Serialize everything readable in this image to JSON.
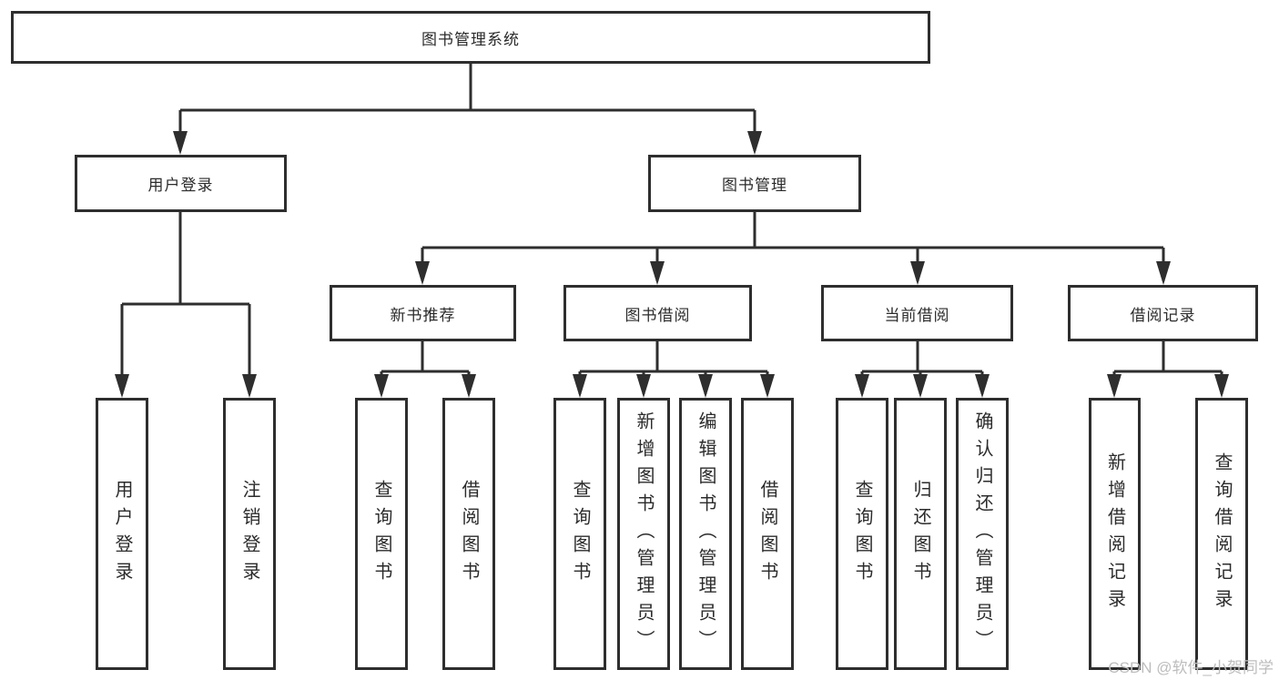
{
  "diagram": {
    "root": {
      "label": "图书管理系统"
    },
    "level2": {
      "user_login": {
        "label": "用户登录"
      },
      "book_management": {
        "label": "图书管理"
      }
    },
    "level3": {
      "new_book_recommend": {
        "label": "新书推荐"
      },
      "book_borrow": {
        "label": "图书借阅"
      },
      "current_borrow": {
        "label": "当前借阅"
      },
      "borrow_record": {
        "label": "借阅记录"
      }
    },
    "leaves": {
      "user_login": [
        {
          "label": "用户登录"
        },
        {
          "label": "注销登录"
        }
      ],
      "new_book_recommend": [
        {
          "label": "查询图书"
        },
        {
          "label": "借阅图书"
        }
      ],
      "book_borrow": [
        {
          "label": "查询图书"
        },
        {
          "label": "新增图书（管理员）"
        },
        {
          "label": "编辑图书（管理员）"
        },
        {
          "label": "借阅图书"
        }
      ],
      "current_borrow": [
        {
          "label": "查询图书"
        },
        {
          "label": "归还图书"
        },
        {
          "label": "确认归还（管理员）"
        }
      ],
      "borrow_record": [
        {
          "label": "新增借阅记录"
        },
        {
          "label": "查询借阅记录"
        }
      ]
    },
    "watermark": "CSDN @软件_小贺同学",
    "colors": {
      "line": "#2e2e2e",
      "text": "#2b2b2b",
      "watermark": "#bdbdbd",
      "background": "#ffffff"
    }
  }
}
